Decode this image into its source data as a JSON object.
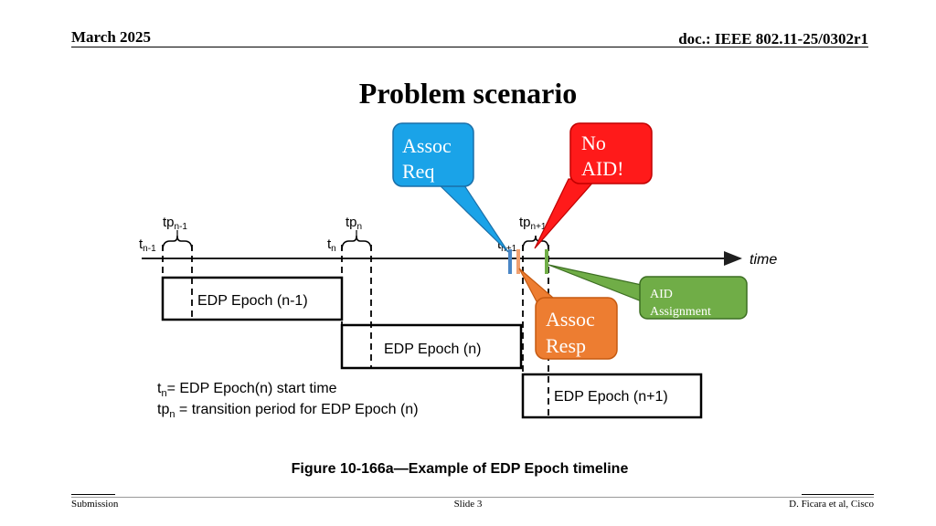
{
  "header": {
    "date": "March 2025",
    "doc": "doc.: IEEE 802.11-25/0302r1"
  },
  "title": "Problem scenario",
  "diagram": {
    "time_label": "time",
    "epochs": [
      "EDP Epoch (n-1)",
      "EDP Epoch (n)",
      "EDP Epoch (n+1)"
    ],
    "markers": {
      "t_prev": "t",
      "t_prev_sub": "n-1",
      "tp_prev": "tp",
      "tp_prev_sub": "n-1",
      "t_n": "t",
      "t_n_sub": "n",
      "tp_n": "tp",
      "tp_n_sub": "n",
      "t_next": "t",
      "t_next_sub": "n+1",
      "tp_next": "tp",
      "tp_next_sub": "n+1"
    },
    "callouts": {
      "assoc_req": [
        "Assoc",
        "Req"
      ],
      "no_aid": [
        "No",
        "AID!"
      ],
      "assoc_resp": [
        "Assoc",
        "Resp"
      ],
      "aid_assignment": [
        "AID",
        "Assignment"
      ]
    },
    "colors": {
      "assoc_req": "#1aa3e8",
      "no_aid": "#ff0000",
      "assoc_resp": "#ed7d31",
      "aid_assignment": "#70ad47",
      "req_bar": "#4a86c5",
      "resp_bar": "#f0a070",
      "aid_bar": "#70ad47"
    },
    "legend": {
      "line1_t": "t",
      "line1_sub": "n",
      "line1_rest": "= EDP Epoch(n) start time",
      "line2_tp": "tp",
      "line2_sub": "n",
      "line2_rest": " = transition period for EDP Epoch (n)"
    },
    "caption": "Figure 10-166a—Example of EDP Epoch timeline"
  },
  "footer": {
    "left": "Submission",
    "center": "Slide 3",
    "right": "D. Ficara et al, Cisco"
  }
}
